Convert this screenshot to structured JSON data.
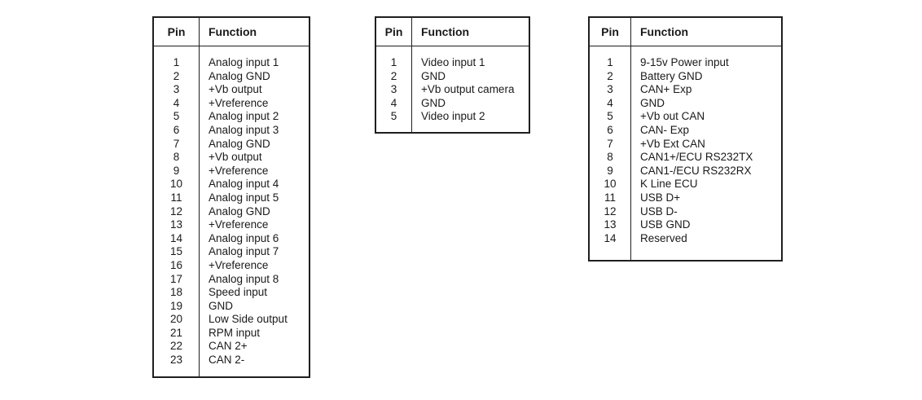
{
  "page": {
    "background_color": "#ffffff",
    "border_color": "#1f1f1f",
    "text_color": "#1a1a1a"
  },
  "tables": [
    {
      "headers": {
        "pin": "Pin",
        "function": "Function"
      },
      "rows": [
        {
          "pin": "1",
          "function": "Analog input 1"
        },
        {
          "pin": "2",
          "function": "Analog GND"
        },
        {
          "pin": "3",
          "function": "+Vb output"
        },
        {
          "pin": "4",
          "function": "+Vreference"
        },
        {
          "pin": "5",
          "function": "Analog input 2"
        },
        {
          "pin": "6",
          "function": "Analog input 3"
        },
        {
          "pin": "7",
          "function": "Analog GND"
        },
        {
          "pin": "8",
          "function": "+Vb output"
        },
        {
          "pin": "9",
          "function": "+Vreference"
        },
        {
          "pin": "10",
          "function": "Analog input 4"
        },
        {
          "pin": "11",
          "function": "Analog input 5"
        },
        {
          "pin": "12",
          "function": "Analog GND"
        },
        {
          "pin": "13",
          "function": "+Vreference"
        },
        {
          "pin": "14",
          "function": "Analog input 6"
        },
        {
          "pin": "15",
          "function": "Analog input 7"
        },
        {
          "pin": "16",
          "function": "+Vreference"
        },
        {
          "pin": "17",
          "function": "Analog input 8"
        },
        {
          "pin": "18",
          "function": "Speed input"
        },
        {
          "pin": "19",
          "function": "GND"
        },
        {
          "pin": "20",
          "function": "Low Side output"
        },
        {
          "pin": "21",
          "function": "RPM input"
        },
        {
          "pin": "22",
          "function": "CAN 2+"
        },
        {
          "pin": "23",
          "function": "CAN 2-"
        }
      ]
    },
    {
      "headers": {
        "pin": "Pin",
        "function": "Function"
      },
      "rows": [
        {
          "pin": "1",
          "function": "Video input 1"
        },
        {
          "pin": "2",
          "function": "GND"
        },
        {
          "pin": "3",
          "function": "+Vb output camera"
        },
        {
          "pin": "4",
          "function": "GND"
        },
        {
          "pin": "5",
          "function": "Video input 2"
        }
      ]
    },
    {
      "headers": {
        "pin": "Pin",
        "function": "Function"
      },
      "rows": [
        {
          "pin": "1",
          "function": "9-15v Power input"
        },
        {
          "pin": "2",
          "function": "Battery GND"
        },
        {
          "pin": "3",
          "function": "CAN+ Exp"
        },
        {
          "pin": "4",
          "function": "GND"
        },
        {
          "pin": "5",
          "function": "+Vb out CAN"
        },
        {
          "pin": "6",
          "function": "CAN- Exp"
        },
        {
          "pin": "7",
          "function": "+Vb Ext CAN"
        },
        {
          "pin": "8",
          "function": "CAN1+/ECU RS232TX"
        },
        {
          "pin": "9",
          "function": "CAN1-/ECU RS232RX"
        },
        {
          "pin": "10",
          "function": "K Line ECU"
        },
        {
          "pin": "11",
          "function": "USB D+"
        },
        {
          "pin": "12",
          "function": "USB D-"
        },
        {
          "pin": "13",
          "function": "USB GND"
        },
        {
          "pin": "14",
          "function": "Reserved"
        }
      ]
    }
  ]
}
